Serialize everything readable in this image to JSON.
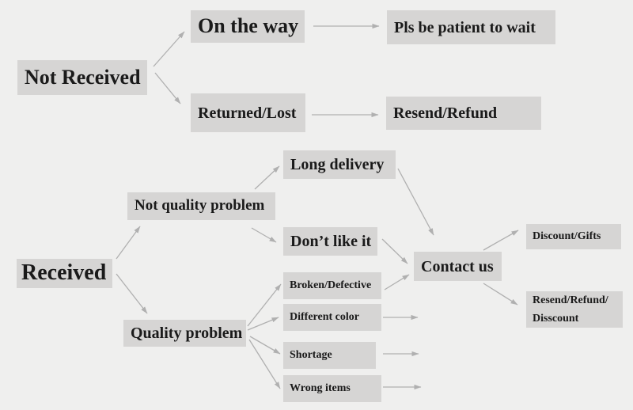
{
  "diagram": {
    "colors": {
      "background": "#efefee",
      "node_background": "#d6d5d4",
      "text": "#1a1a1a",
      "arrow": "#b0b0b0"
    },
    "nodes": {
      "not_received": {
        "label": "Not Received"
      },
      "on_the_way": {
        "label": "On the way"
      },
      "pls_be_patient": {
        "label": "Pls be patient to wait"
      },
      "returned_lost": {
        "label": "Returned/Lost"
      },
      "resend_refund": {
        "label": "Resend/Refund"
      },
      "received": {
        "label": "Received"
      },
      "not_quality_problem": {
        "label": "Not quality problem"
      },
      "long_delivery": {
        "label": "Long delivery"
      },
      "dont_like_it": {
        "label": "Don’t like it"
      },
      "quality_problem": {
        "label": "Quality problem"
      },
      "broken_defective": {
        "label": "Broken/Defective"
      },
      "different_color": {
        "label": "Different color"
      },
      "shortage": {
        "label": "Shortage"
      },
      "wrong_items": {
        "label": "Wrong items"
      },
      "contact_us": {
        "label": "Contact us"
      },
      "discount_gifts": {
        "label": "Discount/Gifts"
      },
      "resend_refund_disscount": {
        "line1": "Resend/Refund/",
        "line2": "Disscount"
      }
    },
    "edges": [
      {
        "from": "not_received",
        "to": "on_the_way"
      },
      {
        "from": "not_received",
        "to": "returned_lost"
      },
      {
        "from": "on_the_way",
        "to": "pls_be_patient"
      },
      {
        "from": "returned_lost",
        "to": "resend_refund"
      },
      {
        "from": "received",
        "to": "not_quality_problem"
      },
      {
        "from": "received",
        "to": "quality_problem"
      },
      {
        "from": "not_quality_problem",
        "to": "long_delivery"
      },
      {
        "from": "not_quality_problem",
        "to": "dont_like_it"
      },
      {
        "from": "quality_problem",
        "to": "broken_defective"
      },
      {
        "from": "quality_problem",
        "to": "different_color"
      },
      {
        "from": "quality_problem",
        "to": "shortage"
      },
      {
        "from": "quality_problem",
        "to": "wrong_items"
      },
      {
        "from": "long_delivery",
        "to": "contact_us"
      },
      {
        "from": "dont_like_it",
        "to": "contact_us"
      },
      {
        "from": "broken_defective",
        "to": "contact_us"
      },
      {
        "from": "different_color",
        "to": "contact_us"
      },
      {
        "from": "shortage",
        "to": "contact_us"
      },
      {
        "from": "wrong_items",
        "to": "contact_us"
      },
      {
        "from": "contact_us",
        "to": "discount_gifts"
      },
      {
        "from": "contact_us",
        "to": "resend_refund_disscount"
      }
    ]
  }
}
